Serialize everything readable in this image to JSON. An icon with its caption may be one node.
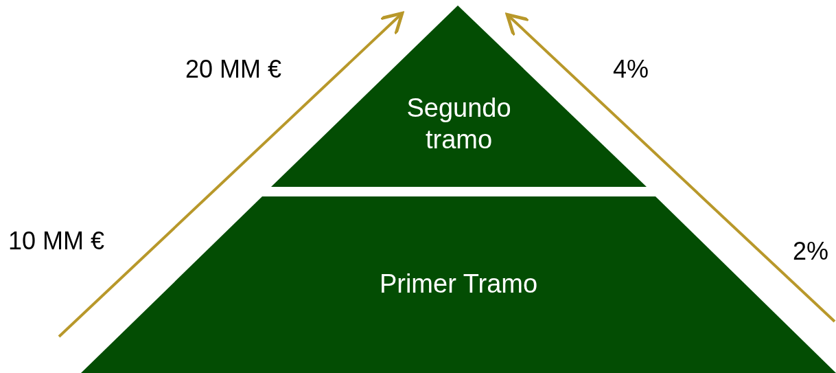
{
  "diagram": {
    "nodes": [
      {
        "text": [
          "Segundo tramo"
        ]
      },
      {
        "text": [
          "Primer Tramo"
        ]
      }
    ],
    "labels": [
      "20 MM €",
      "4%",
      "10 MM €",
      "2%"
    ]
  }
}
